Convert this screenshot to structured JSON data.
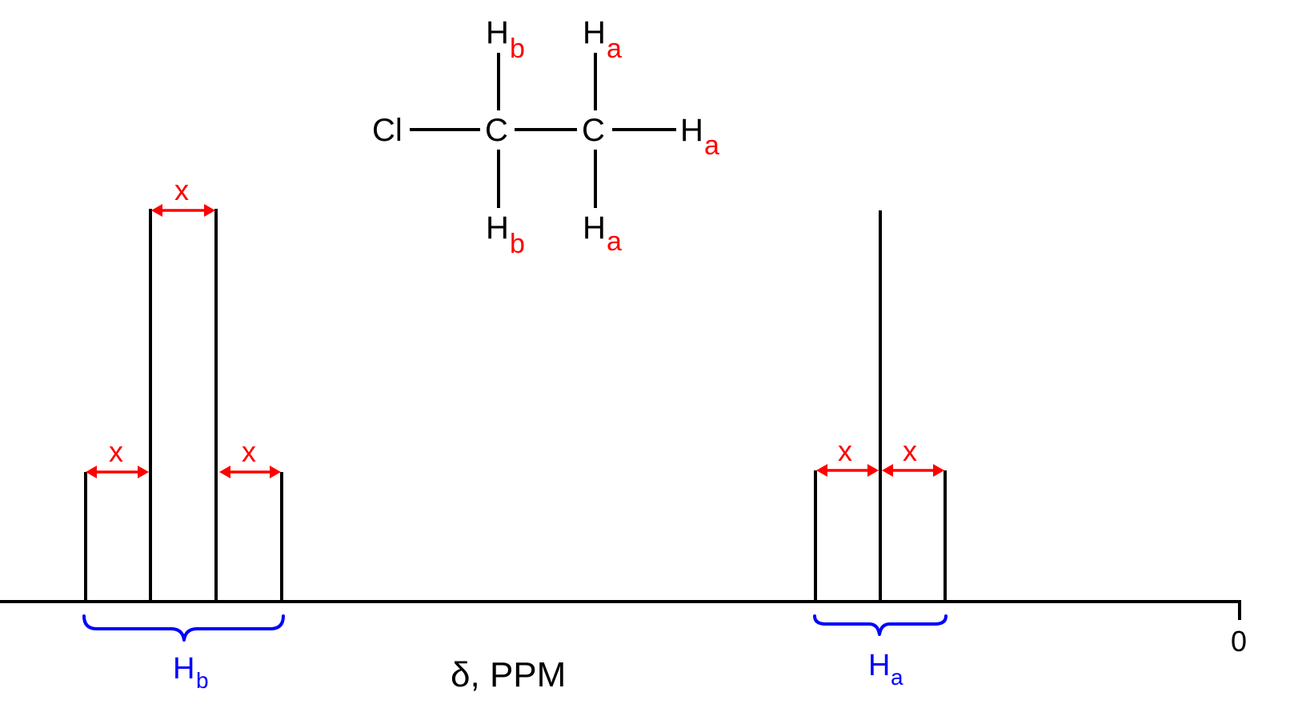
{
  "molecule": {
    "chlorine": "Cl",
    "carbon_1": "C",
    "carbon_2": "C",
    "hydrogen_symbol": "H",
    "label_a": "a",
    "label_b": "b"
  },
  "spectrum": {
    "coupling_label": "x",
    "axis_label": "δ, PPM",
    "axis_zero": "0",
    "group_hb": {
      "symbol": "H",
      "subscript": "b"
    },
    "group_ha": {
      "symbol": "H",
      "subscript": "a"
    }
  },
  "colors": {
    "structure": "#000000",
    "proton_labels": "#ff0000",
    "coupling_arrows": "#ff0000",
    "group_braces": "#0000ff"
  }
}
